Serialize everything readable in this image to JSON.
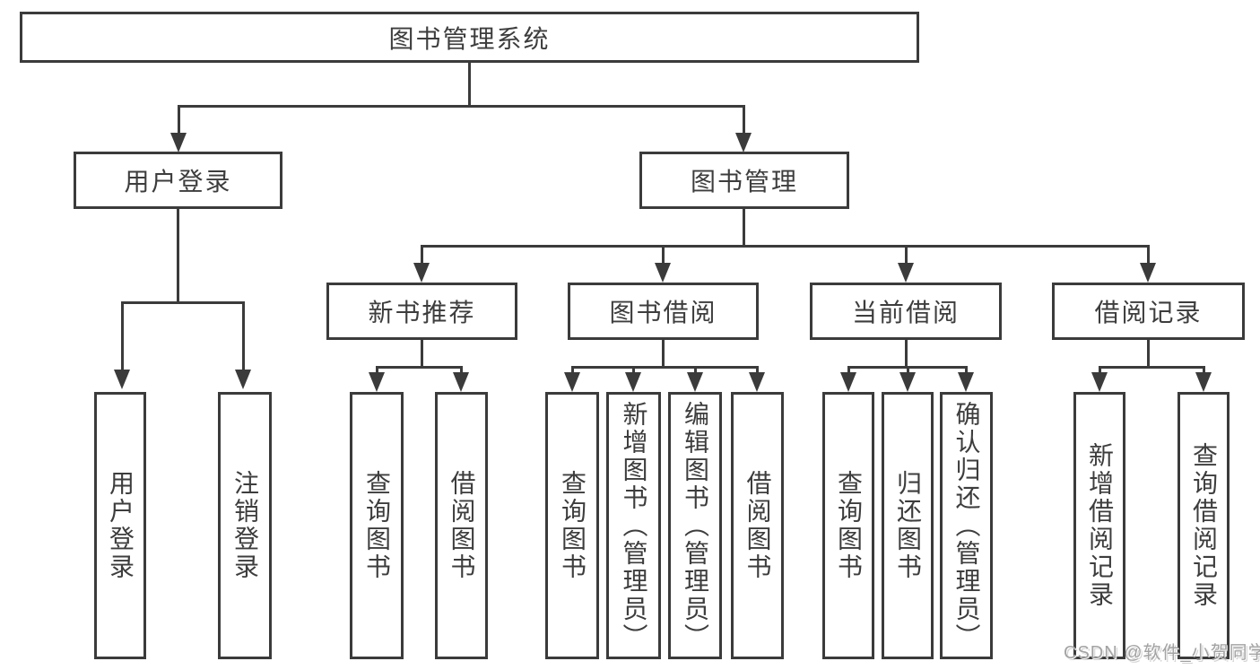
{
  "nodes": {
    "root": "图书管理系统",
    "login": "用户登录",
    "manage": "图书管理",
    "recommend": "新书推荐",
    "borrow": "图书借阅",
    "current": "当前借阅",
    "records": "借阅记录",
    "login_children": [
      "用户登录",
      "注销登录"
    ],
    "recommend_children": [
      "查询图书",
      "借阅图书"
    ],
    "borrow_children": [
      "查询图书",
      "新增图书（管理员）",
      "编辑图书（管理员）",
      "借阅图书"
    ],
    "current_children": [
      "查询图书",
      "归还图书",
      "确认归还（管理员）"
    ],
    "records_children": [
      "新增借阅记录",
      "查询借阅记录"
    ]
  },
  "watermark": "CSDN @软件_小贺同学",
  "colors": {
    "line": "#3b3b3b",
    "text": "#3d3d3d",
    "watermark": "#a3a3a3",
    "background": "#ffffff"
  }
}
